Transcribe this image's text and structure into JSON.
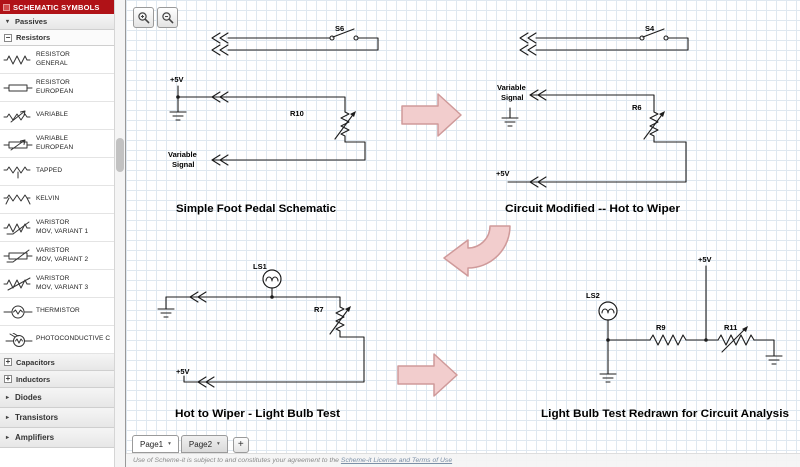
{
  "colors": {
    "header_red": "#B01217",
    "arrow_fill": "#F2CDCD",
    "arrow_stroke": "#CF9A9A",
    "grid_line": "#DFE8F0"
  },
  "icons": {
    "caret_down": "▾",
    "caret_right": "▸",
    "box_plus": "+",
    "box_minus": "−",
    "zoom_in": "magnifier-plus",
    "zoom_out": "magnifier-minus"
  },
  "sidebar": {
    "header": "SCHEMATIC SYMBOLS",
    "groups": {
      "passives": "Passives",
      "resistors": "Resistors",
      "capacitors": "Capacitors",
      "inductors": "Inductors",
      "diodes": "Diodes",
      "transistors": "Transistors",
      "amplifiers": "Amplifiers"
    },
    "resistor_items": [
      {
        "line1": "RESISTOR",
        "line2": "GENERAL"
      },
      {
        "line1": "RESISTOR",
        "line2": "EUROPEAN"
      },
      {
        "line1": "VARIABLE",
        "line2": ""
      },
      {
        "line1": "VARIABLE",
        "line2": "EUROPEAN"
      },
      {
        "line1": "TAPPED",
        "line2": ""
      },
      {
        "line1": "KELVIN",
        "line2": ""
      },
      {
        "line1": "VARISTOR",
        "line2": "MOV, VARIANT 1"
      },
      {
        "line1": "VARISTOR",
        "line2": "MOV, VARIANT 2"
      },
      {
        "line1": "VARISTOR",
        "line2": "MOV, VARIANT 3"
      },
      {
        "line1": "THERMISTOR",
        "line2": ""
      },
      {
        "line1": "PHOTOCONDUCTIVE C",
        "line2": ""
      }
    ]
  },
  "schematic": {
    "fragment_left": {
      "switch": "S6"
    },
    "fragment_right": {
      "switch": "S4"
    },
    "circuit_a": {
      "title": "Simple Foot Pedal Schematic",
      "vcc": "+5V",
      "pot": "R10",
      "sig1": "Variable",
      "sig2": "Signal"
    },
    "circuit_b": {
      "title": "Circuit Modified -- Hot to Wiper",
      "vcc": "+5V",
      "pot": "R6",
      "sig1": "Variable",
      "sig2": "Signal"
    },
    "circuit_c": {
      "title": "Hot to Wiper - Light Bulb Test",
      "vcc": "+5V",
      "pot": "R7",
      "lamp": "LS1"
    },
    "circuit_d": {
      "title": "Light Bulb Test Redrawn for Circuit Analysis",
      "vcc": "+5V",
      "lamp": "LS2",
      "r_left": "R9",
      "r_right": "R11"
    }
  },
  "pages": {
    "tab1": "Page1",
    "tab2": "Page2",
    "add_label": "+"
  },
  "footer": {
    "prefix": "Use of Scheme-it is subject to and constitutes your agreement to the ",
    "link": "Scheme-it License and Terms of Use"
  }
}
